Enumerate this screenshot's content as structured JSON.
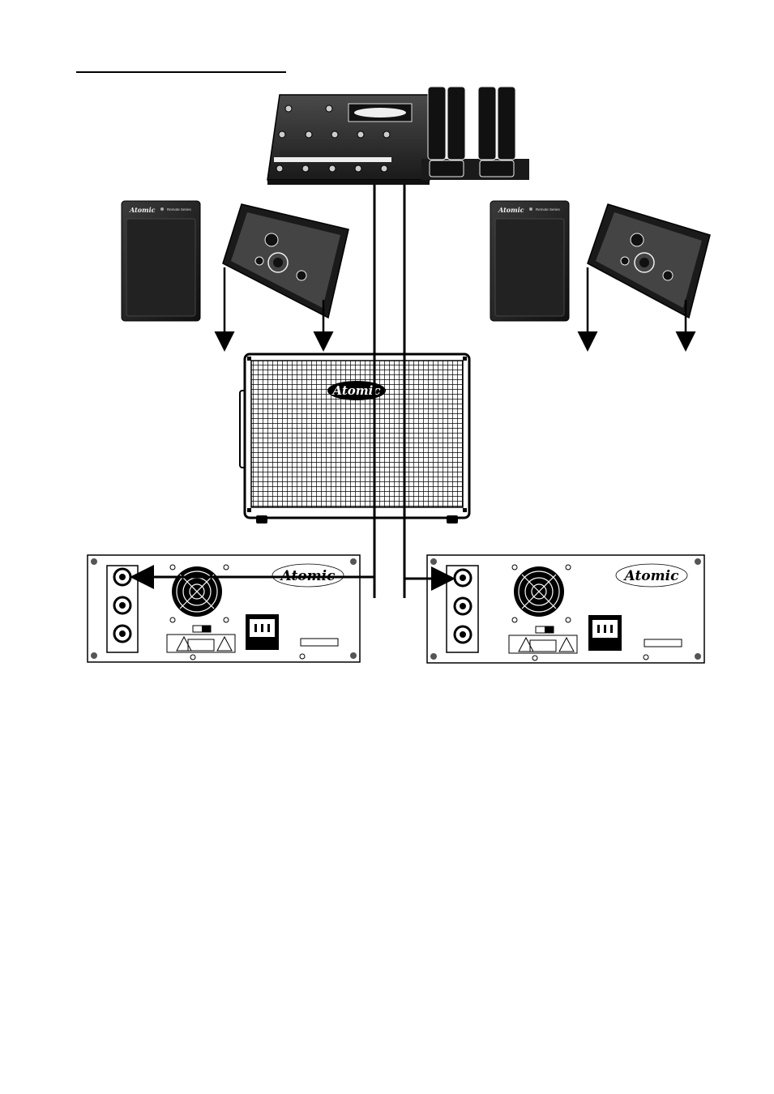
{
  "brand": {
    "logo_text": "Atomic",
    "remote_label": "Remote Series"
  },
  "colors": {
    "ink": "#000000",
    "dark_panel": "#222222",
    "pedal_body": "#2a2a2a",
    "paper": "#ffffff"
  },
  "icons": {
    "floorboard": "midi-floorboard",
    "expression_pedal": "expression-pedal",
    "footswitch": "footswitch-box",
    "cabinet": "speaker-cabinet",
    "amplifier": "amplifier-rear-panel",
    "fan": "cooling-fan-icon",
    "warning": "warning-triangle-icon",
    "power": "iec-power-inlet-icon"
  }
}
